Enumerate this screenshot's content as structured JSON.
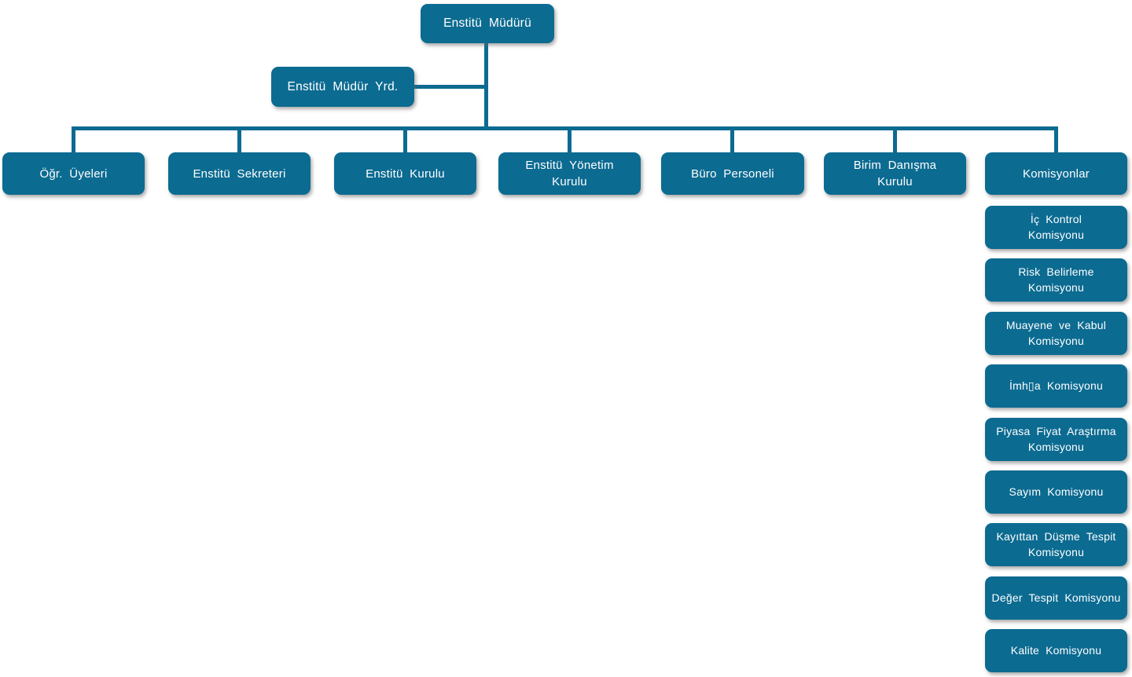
{
  "colors": {
    "node_fill": "#0C6B91",
    "node_text": "#FFFFFF",
    "connector": "#0C6B91",
    "background": "#FFFFFF"
  },
  "org": {
    "root": {
      "label": "Enstitü Müdürü"
    },
    "assistant": {
      "label": "Enstitü Müdür Yrd."
    },
    "children": [
      {
        "label": "Öğr. Üyeleri"
      },
      {
        "label": "Enstitü Sekreteri"
      },
      {
        "label": "Enstitü Kurulu"
      },
      {
        "label": "Enstitü Yönetim\nKurulu"
      },
      {
        "label": "Büro Personeli"
      },
      {
        "label": "Birim Danışma\nKurulu"
      },
      {
        "label": "Komisyonlar"
      }
    ],
    "commissions": [
      {
        "label": "İç Kontrol\nKomisyonu"
      },
      {
        "label": "Risk Belirleme\nKomisyonu"
      },
      {
        "label": "Muayene ve Kabul\nKomisyonu"
      },
      {
        "label": "İmh▯a Komisyonu"
      },
      {
        "label": "Piyasa Fiyat Araştırma\nKomisyonu"
      },
      {
        "label": "Sayım Komisyonu"
      },
      {
        "label": "Kayıttan Düşme Tespit\nKomisyonu"
      },
      {
        "label": "Değer Tespit Komisyonu"
      },
      {
        "label": "Kalite Komisyonu"
      }
    ]
  }
}
